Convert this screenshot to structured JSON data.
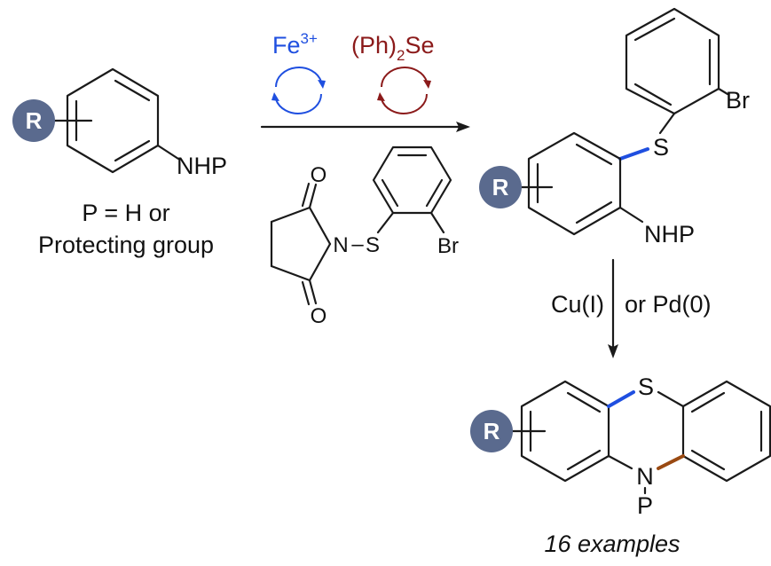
{
  "reagents": {
    "catalyst_fe": "Fe",
    "catalyst_fe_sup": "3+",
    "catalyst_se_open": "(Ph)",
    "catalyst_se_sub": "2",
    "catalyst_se_close": "Se"
  },
  "colors": {
    "blue": "#1f4fe0",
    "red": "#8b1a1a",
    "brown": "#9a4a12",
    "r_circle": "#5a6a8e",
    "ink": "#1a1a1a"
  },
  "starting_material": {
    "r_label": "R",
    "nhp_label": "NHP",
    "note_line1": "P = H or",
    "note_line2": "Protecting group"
  },
  "reagent_structure": {
    "o_top": "O",
    "o_bottom": "O",
    "n_label": "N",
    "dash": "–",
    "s_label": "S",
    "br_label": "Br"
  },
  "intermediate": {
    "s_label": "S",
    "br_label": "Br",
    "r_label": "R",
    "nhp_label": "NHP"
  },
  "cyclization": {
    "cu_label": "Cu(I)",
    "pd_label": "or Pd(0)"
  },
  "product": {
    "s_label": "S",
    "n_label": "N",
    "p_label": "P",
    "r_label": "R",
    "examples": "16 examples"
  }
}
